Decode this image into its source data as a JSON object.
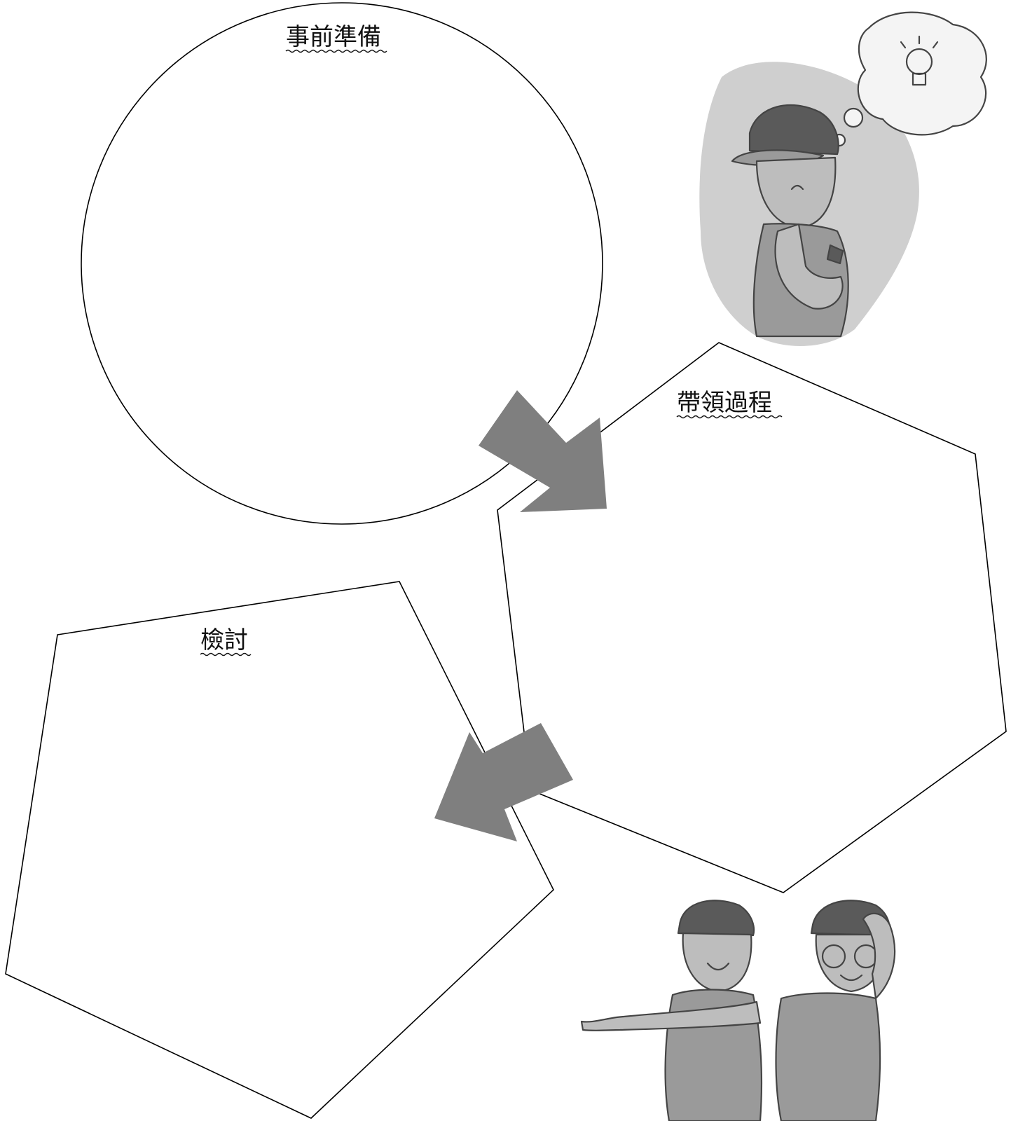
{
  "stages": {
    "preparation": {
      "label": "事前準備"
    },
    "leading": {
      "label": "帶領過程"
    },
    "review": {
      "label": "檢討"
    }
  },
  "illustrations": {
    "thinking_scout": "scout-thinking-with-lightbulb-illustration",
    "two_scouts": "two-scouts-pointing-and-saluting-illustration"
  },
  "colors": {
    "arrow": "#7f7f7f",
    "outline": "#000000",
    "background": "#ffffff"
  }
}
